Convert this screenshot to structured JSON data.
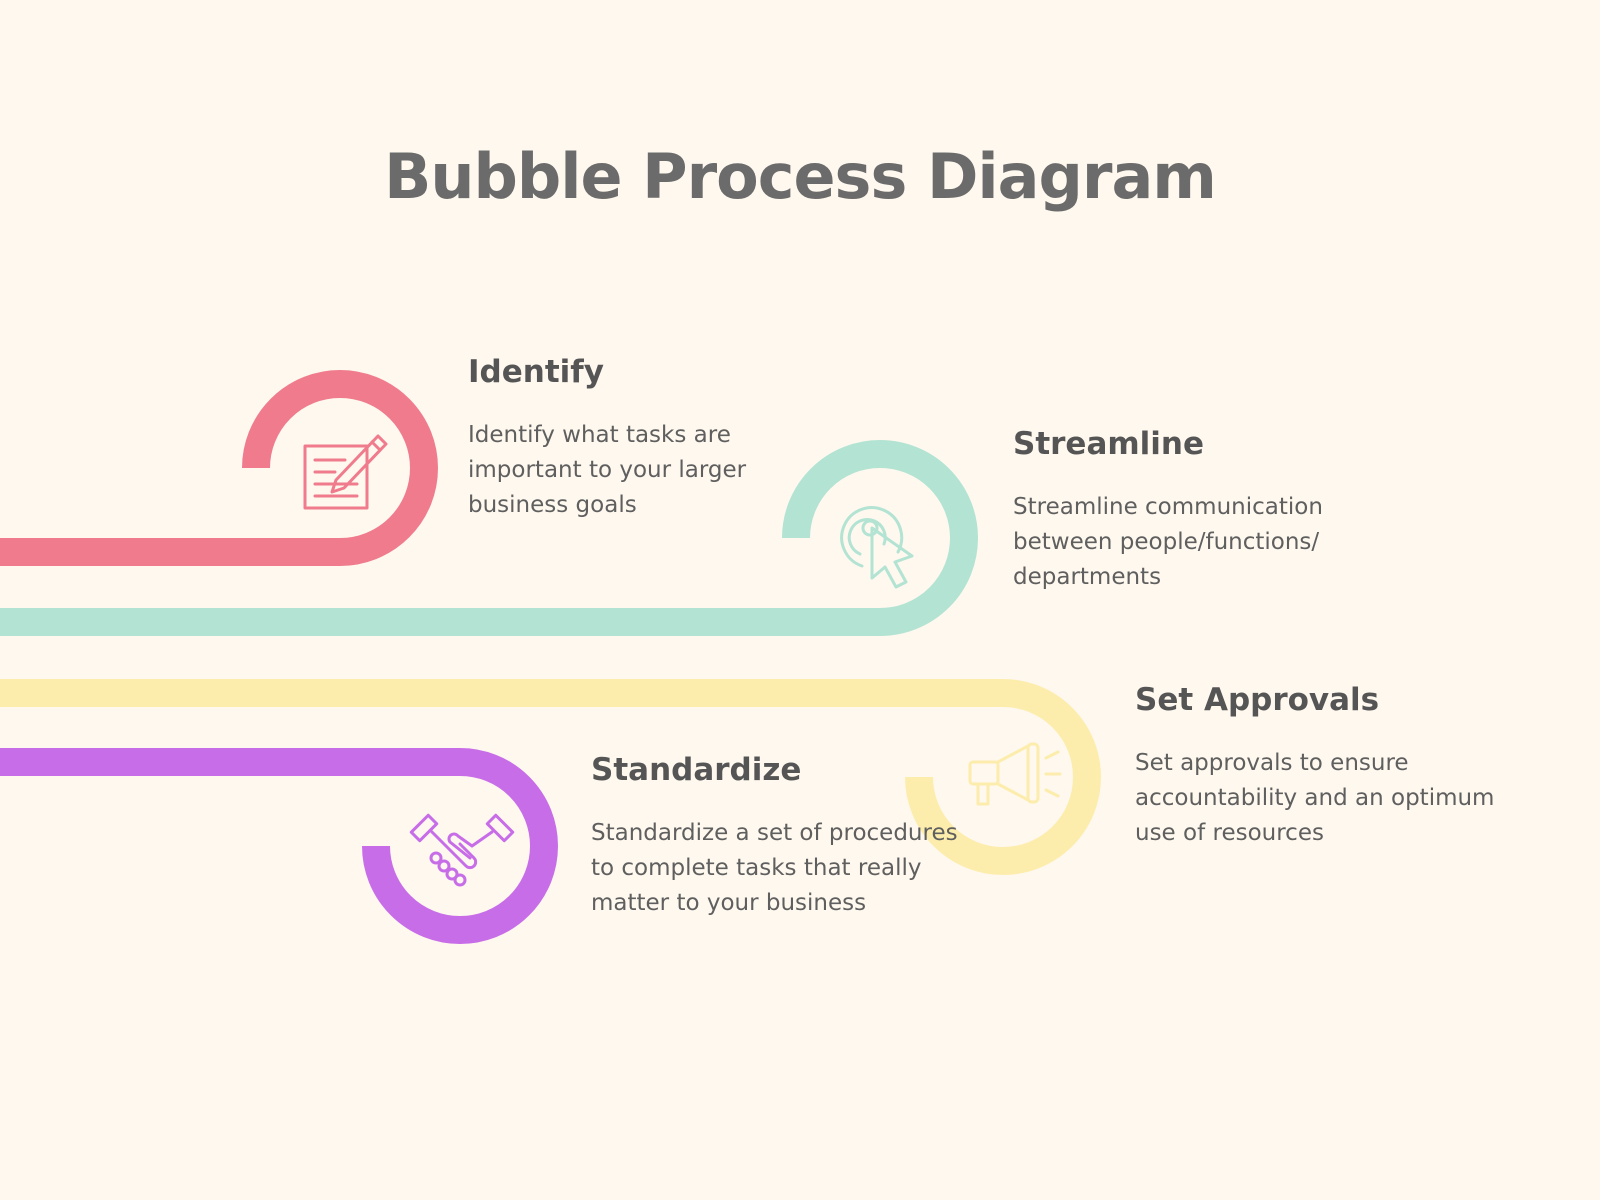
{
  "title": "Bubble Process Diagram",
  "steps": [
    {
      "title": "Identify",
      "text": "Identify what tasks are important to your larger business goals",
      "color": "#ef7b8c",
      "icon": "document-pencil-icon"
    },
    {
      "title": "Streamline",
      "text": "Streamline communication between people/functions/ departments",
      "color": "#b3e3d3",
      "icon": "click-cursor-icon"
    },
    {
      "title": "Set Approvals",
      "text": "Set approvals to ensure accountability and an optimum use of resources",
      "color": "#fdedad",
      "icon": "megaphone-icon"
    },
    {
      "title": "Standardize",
      "text": "Standardize a set of procedures to complete tasks that really matter to your business",
      "color": "#c86de8",
      "icon": "handshake-icon"
    }
  ]
}
